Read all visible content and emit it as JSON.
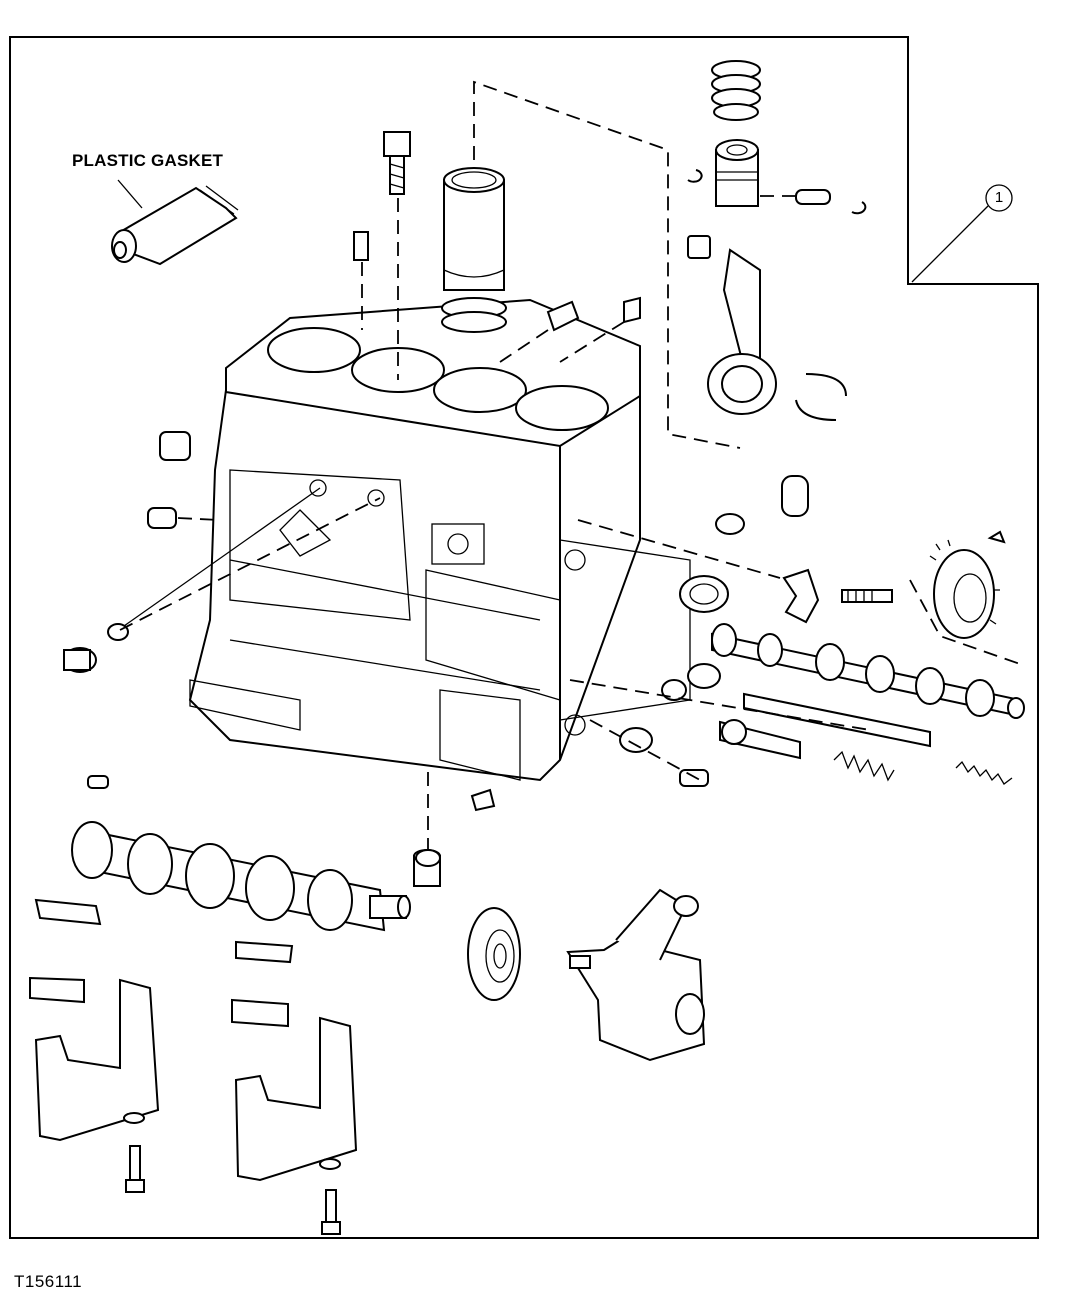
{
  "labels": {
    "plastic_gasket": "PLASTIC GASKET",
    "callout_1": "1",
    "figure_id": "T156111"
  }
}
